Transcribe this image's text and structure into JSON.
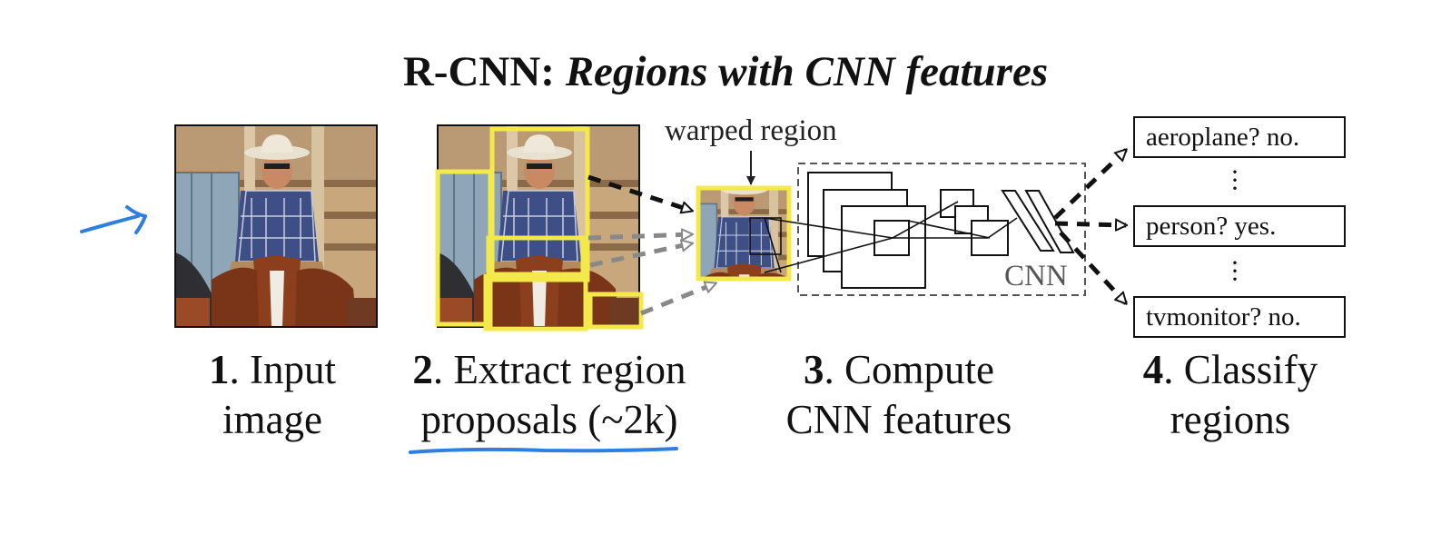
{
  "title": {
    "main": "R-CNN:",
    "sub": "Regions with CNN features"
  },
  "annotations": {
    "warped": "warped region",
    "cnn": "CNN"
  },
  "steps": [
    {
      "num": "1",
      "line1": ". Input",
      "line2": "image"
    },
    {
      "num": "2",
      "line1": ". Extract region",
      "line2": "proposals (~2k)"
    },
    {
      "num": "3",
      "line1": ". Compute",
      "line2": "CNN features"
    },
    {
      "num": "4",
      "line1": ". Classify",
      "line2": "regions"
    }
  ],
  "classes": [
    {
      "label": "aeroplane? no."
    },
    {
      "label": "person? yes."
    },
    {
      "label": "tvmonitor? no."
    }
  ],
  "colors": {
    "proposal": "#f4e94a",
    "ink_annotation": "#2f7fe0",
    "arrow": "#222222",
    "arrow_faded": "#888888"
  }
}
